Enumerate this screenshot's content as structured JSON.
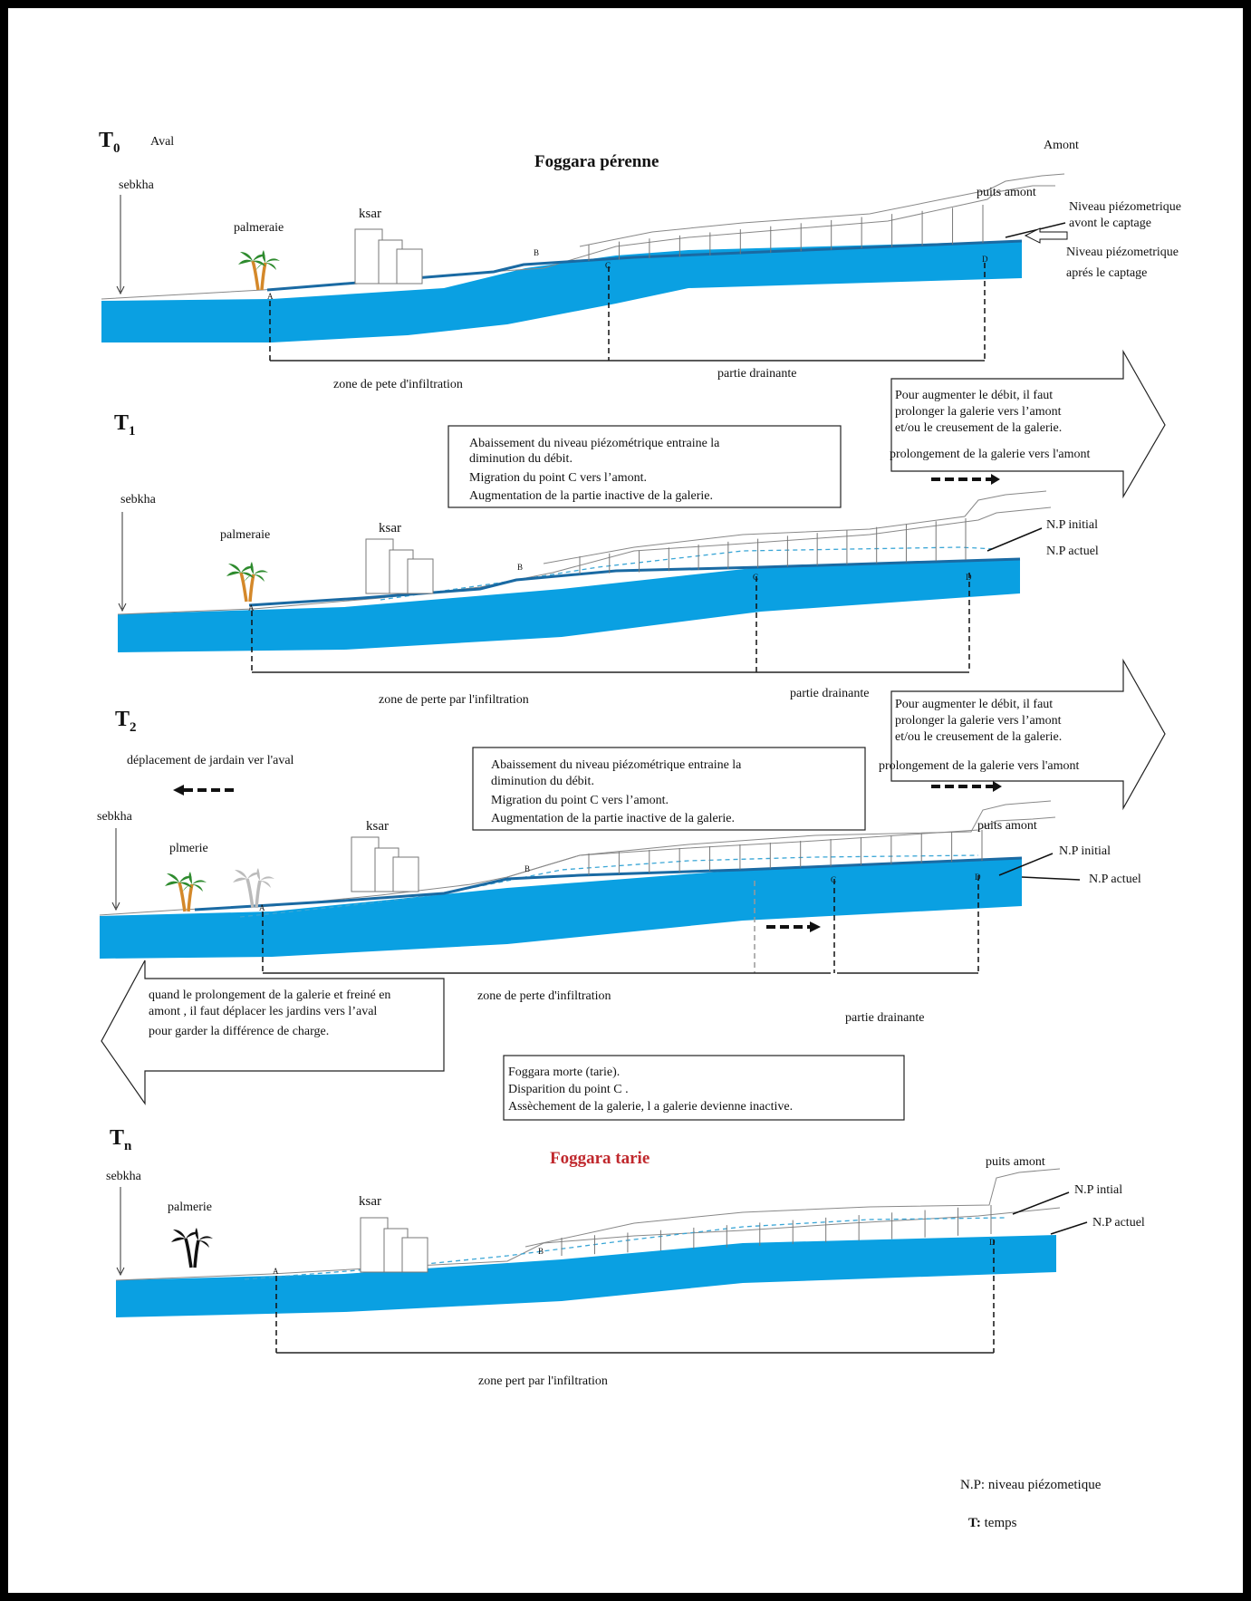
{
  "labels": {
    "aval": "Aval",
    "amont": "Amont",
    "sebkha": "sebkha",
    "palmeraie": "palmeraie",
    "plmerie": "plmerie",
    "palmerie": "palmerie",
    "ksar": "ksar",
    "puits_amont": "puits amont",
    "A": "A",
    "B": "B",
    "C": "C",
    "D": "D"
  },
  "panels": {
    "t0": {
      "time_main": "T",
      "time_sub": "0",
      "title": "Foggara pérenne",
      "np_avant_1": "Niveau piézometrique",
      "np_avant_2": "avont  le captage",
      "np_apres_1": "Niveau piézometrique",
      "np_apres_2": "aprés le captage",
      "zone": "zone de pete d'infiltration",
      "partie": "partie drainante"
    },
    "t1": {
      "time_main": "T",
      "time_sub": "1",
      "box_lines": [
        "Abaissement du niveau piézométrique entraine la",
        "diminution du débit.",
        "Migration du point C vers l’amont.",
        "Augmentation de la partie inactive de la galerie."
      ],
      "np_initial": "N.P initial",
      "np_actuel": "N.P actuel",
      "zone": "zone de perte par l'infiltration",
      "partie": "partie drainante"
    },
    "t2": {
      "time_main": "T",
      "time_sub": "2",
      "deplacement": "déplacement de jardain ver l'aval",
      "box_lines": [
        "Abaissement du niveau piézométrique entraine la",
        "diminution du débit.",
        "Migration du point C vers l’amont.",
        "Augmentation de la partie inactive de la galerie."
      ],
      "np_initial": "N.P  initial",
      "np_actuel": "N.P actuel",
      "zone": "zone de perte d'infiltration",
      "partie": "partie drainante",
      "left_arrow_lines": [
        "quand le prolongement de la galerie et freiné en",
        "amont , il faut  déplacer les jardins  vers l’aval",
        "pour garder la différence de charge."
      ]
    },
    "tn": {
      "time_main": "T",
      "time_sub": "n",
      "title": "Foggara tarie",
      "box_lines": [
        "Foggara morte (tarie).",
        "Disparition  du point C .",
        "Assèchement de la galerie, l a galerie devienne inactive."
      ],
      "np_initial": "N.P intial",
      "np_actuel": "N.P actuel",
      "zone": "zone pert par l'infiltration"
    }
  },
  "right_arrows": [
    {
      "lines": [
        "Pour augmenter le débit, il faut",
        "prolonger la galerie vers l’amont",
        "et/ou le creusement de la galerie."
      ],
      "prolongement": "prolongement de la galerie vers l'amont"
    },
    {
      "lines": [
        "Pour augmenter le débit, il faut",
        "prolonger la galerie vers l’amont",
        "et/ou le creusement de la galerie."
      ],
      "prolongement": "prolongement de la galerie vers l'amont"
    }
  ],
  "legend": {
    "np": "N.P: niveau piézometique",
    "t_key": "T:",
    "t_val": " temps"
  },
  "colors": {
    "water": "#0aa0e2",
    "title_red": "#c0282d",
    "palm_green": "#2e8b2e",
    "palm_trunk": "#d4882a"
  }
}
